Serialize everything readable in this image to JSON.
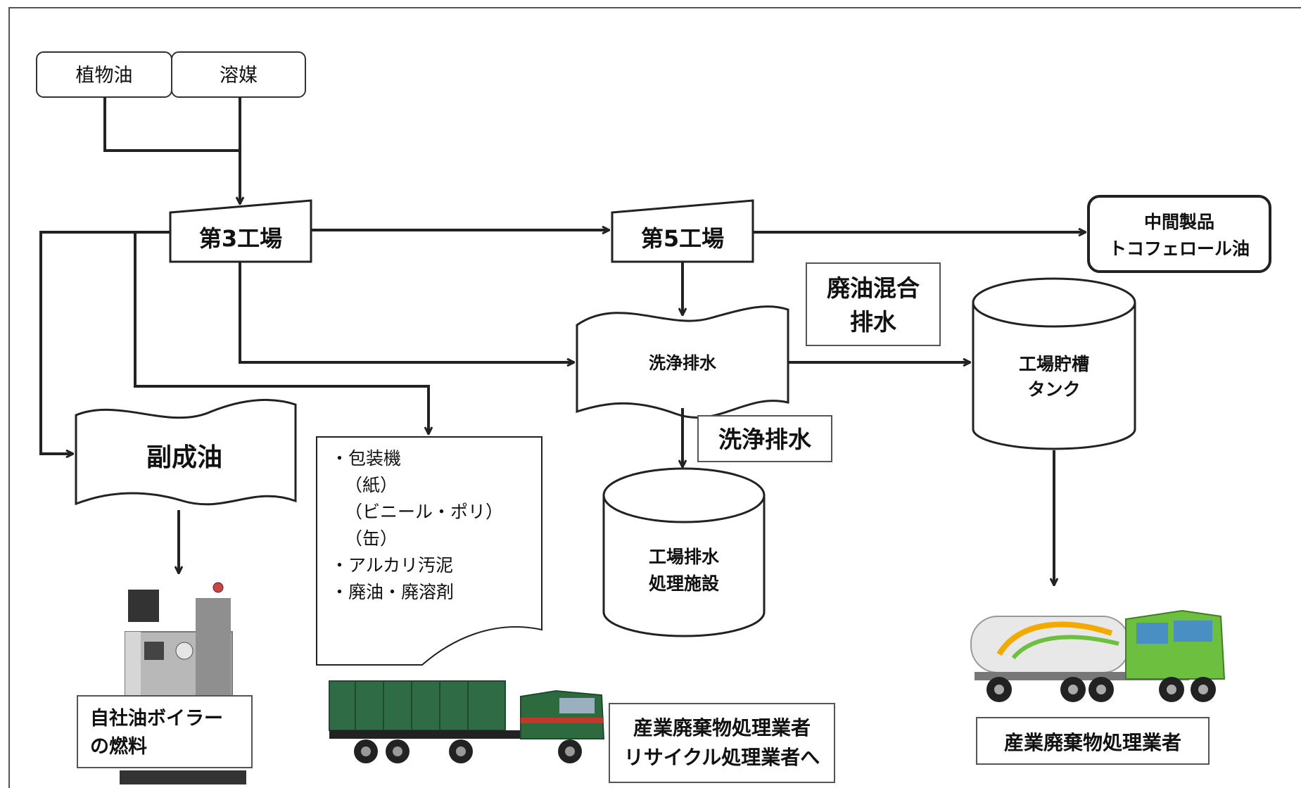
{
  "sources": {
    "plant_oil": "植物油",
    "solvent": "溶媒"
  },
  "factory3": "第3工場",
  "factory5": "第5工場",
  "intermediate": {
    "line1": "中間製品",
    "line2": "トコフェロール油"
  },
  "label_waste_oil_mixed": {
    "line1": "廃油混合",
    "line2": "排水"
  },
  "wash_drain_doc": "洗浄排水",
  "label_wash_drain": "洗浄排水",
  "storage_tank": {
    "line1": "工場貯槽",
    "line2": "タンク"
  },
  "byproduct_oil": "副成油",
  "waste_list": [
    "・包装機",
    "（紙）",
    "（ビニール・ポリ）",
    "（缶）",
    "・アルカリ汚泥",
    "・廃油・廃溶剤"
  ],
  "wastewater_facility": {
    "line1": "工場排水",
    "line2": "処理施設"
  },
  "boiler_caption": {
    "line1": "自社油ボイラー",
    "line2": "の燃料"
  },
  "recycle_caption": {
    "line1": "産業廃棄物処理業者",
    "line2": "リサイクル処理業者へ"
  },
  "contractor_caption": "産業廃棄物処理業者",
  "colors": {
    "line": "#222222",
    "dump_truck": "#2f6b45",
    "tanker_cab": "#6dbf3f",
    "tank_body": "#e8e8e8",
    "boiler": "#b8b8b8"
  }
}
